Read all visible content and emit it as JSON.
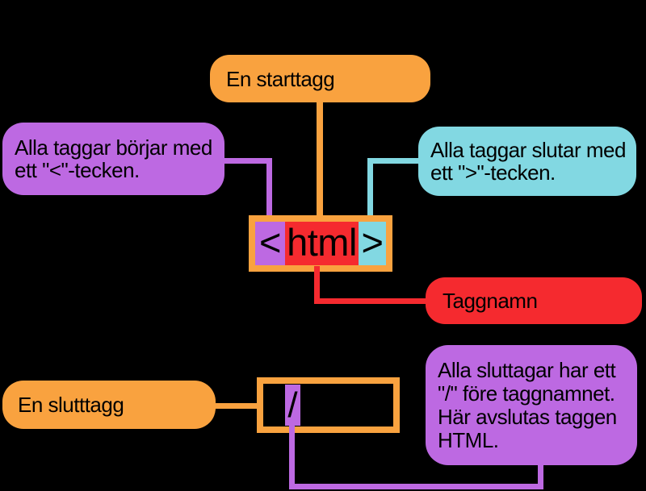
{
  "colors": {
    "background": "#000000",
    "orange": "#F9A23F",
    "purple": "#BD69E2",
    "cyan": "#82D8E2",
    "red": "#F52A2F",
    "text": "#000000"
  },
  "callouts": {
    "start_tag": {
      "label": "En starttagg"
    },
    "open_bracket_note": {
      "lines": [
        "Alla taggar börjar med",
        "ett \"<\"-tecken."
      ]
    },
    "close_bracket_note": {
      "lines": [
        "Alla taggar slutar med",
        "ett \">\"-tecken."
      ]
    },
    "tag_name": {
      "label": "Taggnamn"
    },
    "end_tag": {
      "label": "En slutttagg"
    },
    "end_tag_note": {
      "lines": [
        "Alla sluttagar har ett",
        "\"/\" före taggnamnet.",
        "Här avslutas taggen",
        "HTML."
      ]
    }
  },
  "tag_example": {
    "open": "<",
    "name": "html",
    "close": ">"
  },
  "end_tag_example": {
    "slash": "/"
  }
}
